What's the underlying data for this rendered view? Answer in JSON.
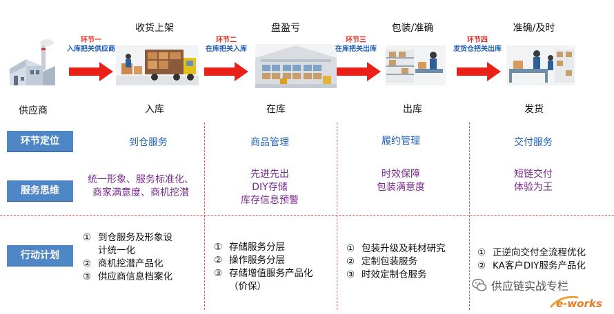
{
  "stages_top": [
    "收货上架",
    "盘盈亏",
    "包装/准确",
    "准确/及时"
  ],
  "stages_bottom": [
    "供应商",
    "入库",
    "在库",
    "出库",
    "发货"
  ],
  "links": [
    {
      "line1": "环节一",
      "line2": "入库把关供应商"
    },
    {
      "line1": "环节二",
      "line2": "在库把关入库"
    },
    {
      "line1": "环节三",
      "line2": "在库把关出库"
    },
    {
      "line1": "环节四",
      "line2": "发货仓把关出库"
    }
  ],
  "row_labels": [
    "环节定位",
    "服务思维",
    "行动计划"
  ],
  "positioning": [
    "到仓服务",
    "商品管理",
    "履约管理",
    "交付服务"
  ],
  "thinking": [
    [
      "统一形象、服务标准化、",
      "商家满意度、商机挖潜"
    ],
    [
      "先进先出",
      "DIY存储",
      "库存信息预警"
    ],
    [
      "时效保障",
      "包装满意度"
    ],
    [
      "短链交付",
      "体验为王"
    ]
  ],
  "plans": [
    [
      {
        "n": "①",
        "t": "到仓服务及形象设"
      },
      {
        "n": "",
        "t": "计统一化"
      },
      {
        "n": "②",
        "t": "商机挖潜产品化"
      },
      {
        "n": "③",
        "t": "供应商信息档案化"
      }
    ],
    [
      {
        "n": "①",
        "t": "存储服务分层"
      },
      {
        "n": "②",
        "t": "操作服务分层"
      },
      {
        "n": "③",
        "t": "存储增值服务产品化"
      },
      {
        "n": "",
        "t": "（价保）"
      }
    ],
    [
      {
        "n": "①",
        "t": "包装升级及耗材研究"
      },
      {
        "n": "②",
        "t": "定制包装服务"
      },
      {
        "n": "③",
        "t": "时效定制仓服务"
      }
    ],
    [
      {
        "n": "①",
        "t": "正逆向交付全流程优化"
      },
      {
        "n": "②",
        "t": "KA客户DIY服务产品化"
      }
    ]
  ],
  "watermark": "供应链实战专栏",
  "logo_text": "e-works",
  "colors": {
    "arrow": "#e8221b",
    "label_bg": "#4f86c6",
    "positioning": "#1f5fb8",
    "thinking": "#7a2b8c",
    "separator": "#e05454"
  }
}
